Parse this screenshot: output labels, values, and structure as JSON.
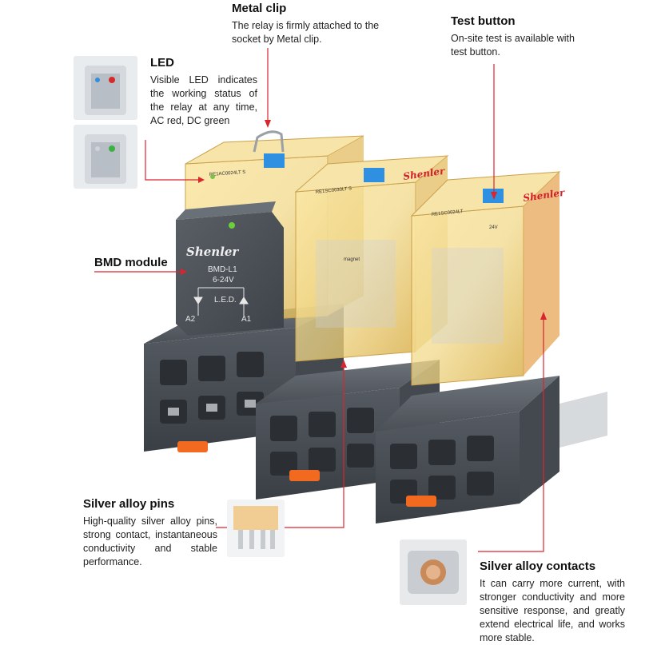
{
  "callouts": {
    "metal_clip": {
      "title": "Metal clip",
      "body": "The relay is firmly attached to the socket by Metal clip."
    },
    "test_button": {
      "title": "Test button",
      "body": "On-site test is available with test button."
    },
    "led": {
      "title": "LED",
      "body": "Visible LED indicates the working status of the relay at any time, AC red, DC green"
    },
    "bmd_module": {
      "title": "BMD module"
    },
    "silver_pins": {
      "title": "Silver alloy pins",
      "body": "High-quality silver alloy pins, strong contact, instantaneous conductivity and stable performance."
    },
    "silver_contacts": {
      "title": "Silver alloy contacts",
      "body": "It can carry more current, with stronger conductivity and more sensitive response, and greatly extend electrical life, and works more stable."
    }
  },
  "product": {
    "module_brand": "Shenler",
    "module_model": "BMD-L1",
    "module_voltage": "6-24V",
    "module_led": "L.E.D.",
    "module_a2": "A2",
    "module_a1": "A1",
    "relay_brand": "Shenler",
    "relay_left_model": "RE1AC0024LT S",
    "relay_mid_model": "RE1SC0030LT S",
    "relay_right_model": "RE1SC0024LT",
    "relay_rating": "24V",
    "relay_magnet": "magnet"
  },
  "colors": {
    "accent_red": "#d9252e",
    "socket_gray": "#4a4f55",
    "relay_amber": "#e8c15a",
    "test_button_blue": "#2f8fe0",
    "clip_orange": "#f26a1f"
  }
}
